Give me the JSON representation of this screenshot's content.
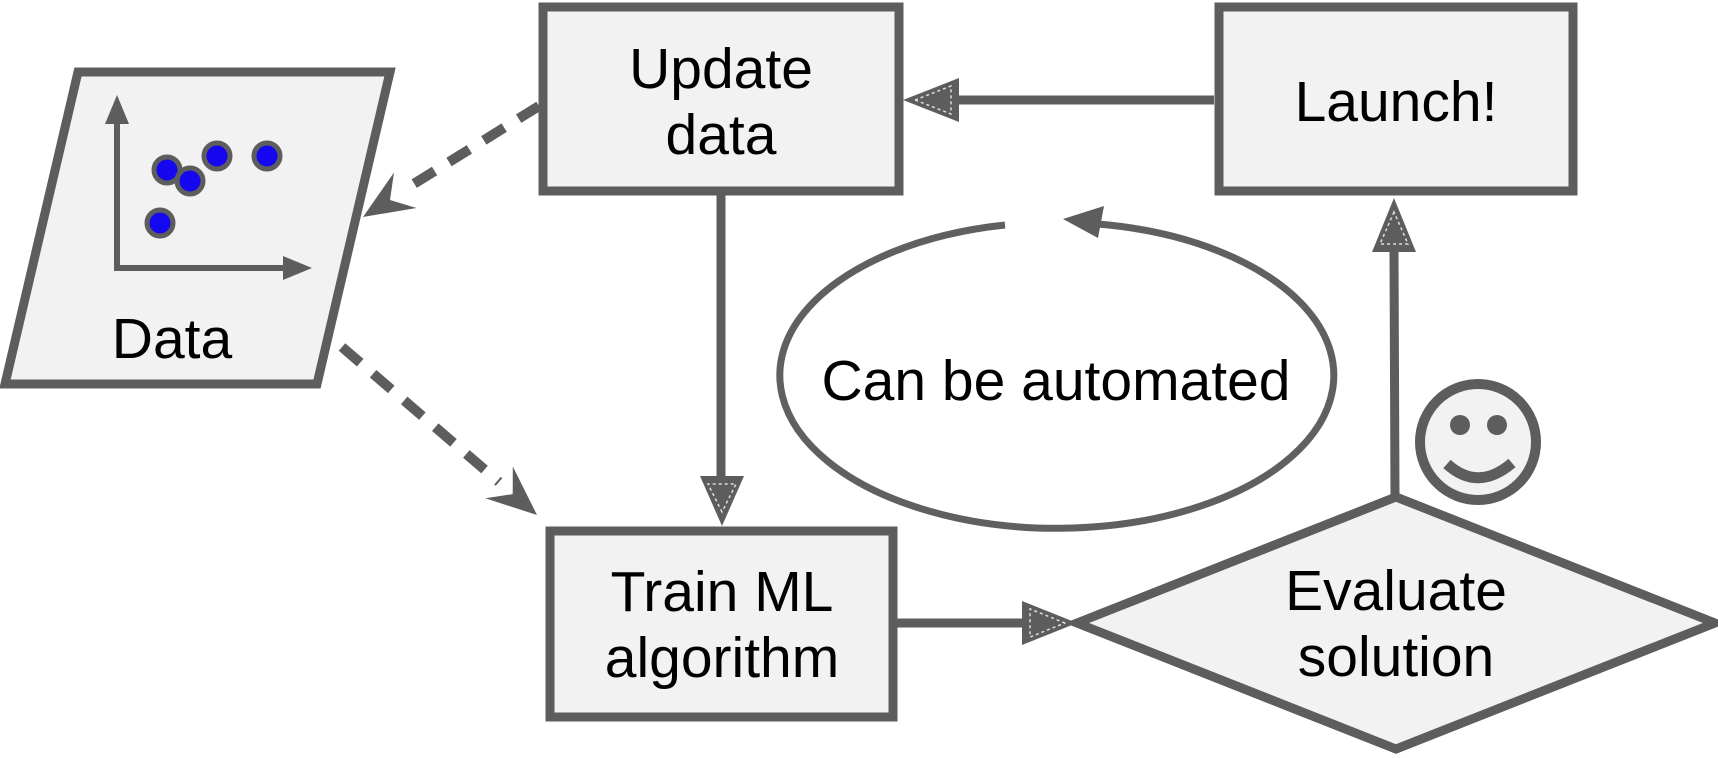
{
  "diagram": {
    "type": "flowchart",
    "nodes": {
      "data": {
        "label": "Data",
        "shape": "parallelogram"
      },
      "update_data": {
        "line1": "Update",
        "line2": "data",
        "shape": "rectangle"
      },
      "launch": {
        "label": "Launch!",
        "shape": "rectangle"
      },
      "train": {
        "line1": "Train ML",
        "line2": "algorithm",
        "shape": "rectangle"
      },
      "evaluate": {
        "line1": "Evaluate",
        "line2": "solution",
        "shape": "diamond"
      }
    },
    "cycle_annotation": {
      "label": "Can be automated",
      "shape": "ellipse-arrow",
      "direction": "counterclockwise"
    },
    "smiley": {
      "icon": "smiley-face-icon"
    },
    "scatter_icon": {
      "icon": "scatter-plot-icon",
      "dot_count": 5
    },
    "edges": [
      {
        "from": "launch",
        "to": "update_data",
        "style": "solid"
      },
      {
        "from": "update_data",
        "to": "data",
        "style": "dashed"
      },
      {
        "from": "update_data",
        "to": "train",
        "style": "solid"
      },
      {
        "from": "data",
        "to": "train",
        "style": "dashed"
      },
      {
        "from": "train",
        "to": "evaluate",
        "style": "solid"
      },
      {
        "from": "evaluate",
        "to": "launch",
        "style": "solid"
      }
    ],
    "colors": {
      "node_fill": "#f2f2f2",
      "stroke": "#5d5d5d",
      "text": "#000000",
      "dot_blue": "#1508f0",
      "background": "#ffffff"
    }
  }
}
